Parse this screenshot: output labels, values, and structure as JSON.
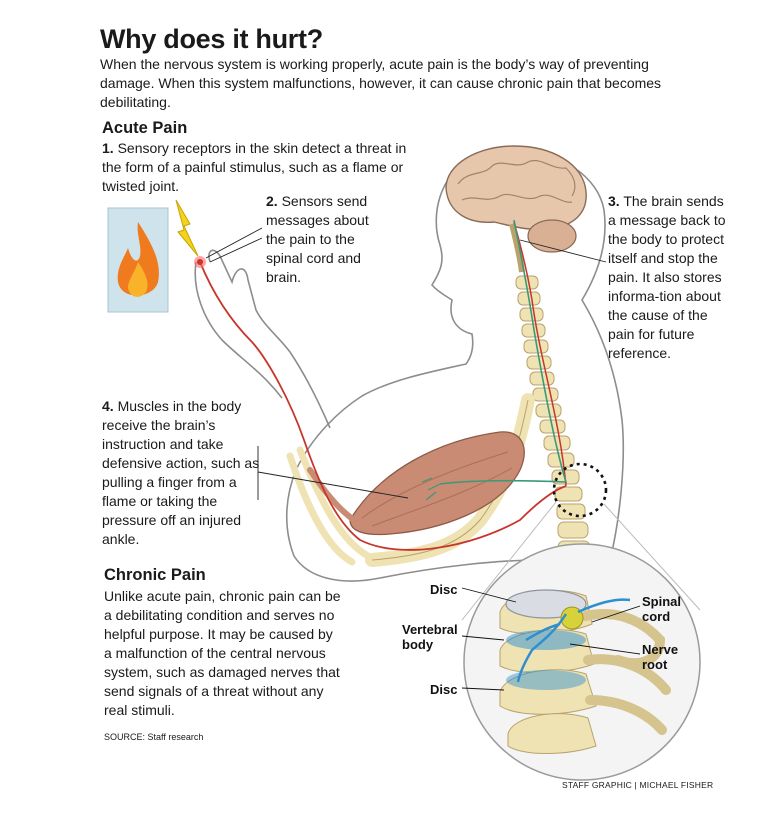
{
  "title": "Why does it hurt?",
  "intro": "When the nervous system is working properly, acute pain is the body’s way of preventing damage. When this system malfunctions, however, it can cause chronic pain that becomes debilitating.",
  "acute": {
    "heading": "Acute Pain",
    "steps": [
      {
        "num": "1.",
        "text": "Sensory receptors in the skin detect a threat in the form of a painful stimulus, such as a flame or twisted joint."
      },
      {
        "num": "2.",
        "text": "Sensors send messages about the pain to the spinal cord and brain."
      },
      {
        "num": "3.",
        "text": "The brain sends a message back to the body to protect itself and stop the pain. It also stores informa-tion about the cause of the pain for future reference."
      },
      {
        "num": "4.",
        "text": "Muscles in the body receive the brain’s instruction and take defensive action, such as pulling a finger from a flame or taking the pressure off an injured ankle."
      }
    ]
  },
  "chronic": {
    "heading": "Chronic Pain",
    "text": "Unlike acute pain, chronic pain can be a debilitating condition and serves no helpful purpose. It may be caused by a malfunction of the central nervous system, such as damaged nerves that send signals of a threat without any real stimuli."
  },
  "labels": {
    "disc_top": "Disc",
    "vertebral_body": "Vertebral body",
    "disc_bottom": "Disc",
    "spinal_cord": "Spinal cord",
    "nerve_root": "Nerve root"
  },
  "source": "SOURCE: Staff research",
  "credit": "STAFF GRAPHIC | MICHAEL FISHER",
  "colors": {
    "nerve_red": "#c8352b",
    "nerve_green": "#3a9a78",
    "muscle": "#c98b73",
    "bone": "#efe3b4",
    "flame_orange": "#f07a1e",
    "panel_blue": "#cfe3ec",
    "brain": "#e7c7ac",
    "spinal_cord_yellow": "#d8d23a",
    "nerve_root_blue": "#2e8fd0"
  }
}
